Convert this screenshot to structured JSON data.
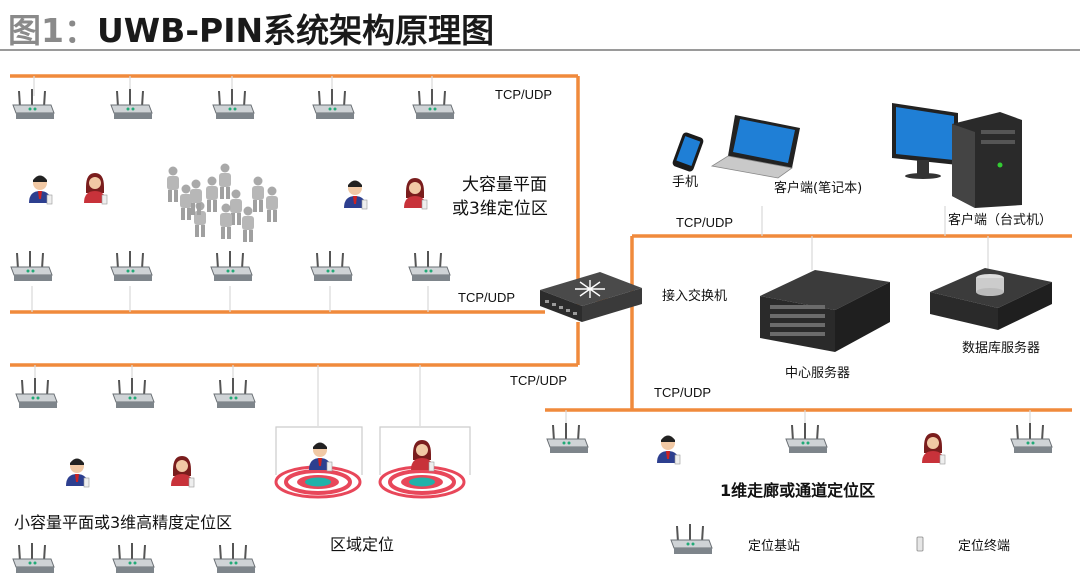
{
  "header": {
    "fig_prefix": "图1：",
    "title": "UWB-PIN系统架构原理图"
  },
  "colors": {
    "line": "#f08a3c",
    "thin": "#d8d8d8",
    "screen": "#1f7fd6",
    "target_red": "#e8475a",
    "target_teal": "#20b2aa"
  },
  "labels": {
    "tcp_top": "TCP/UDP",
    "tcp_mid": "TCP/UDP",
    "tcp_left_low": "TCP/UDP",
    "tcp_right": "TCP/UDP",
    "tcp_bottom": "TCP/UDP",
    "large_zone_1": "大容量平面",
    "large_zone_2": "或3维定位区",
    "small_zone": "小容量平面或3维高精度定位区",
    "area_zone": "区域定位",
    "corridor_zone": "1维走廊或通道定位区",
    "phone": "手机",
    "laptop": "客户端(笔记本)",
    "desktop": "客户端（台式机）",
    "switch": "接入交换机",
    "center_server": "中心服务器",
    "db_server": "数据库服务器",
    "legend_base": "定位基站",
    "legend_tag": "定位终端"
  },
  "icons": [
    "base-station-icon",
    "person-male-icon",
    "person-female-icon",
    "crowd-icon",
    "phone-icon",
    "laptop-icon",
    "desktop-icon",
    "switch-icon",
    "server-icon",
    "database-server-icon",
    "tag-icon",
    "target-icon"
  ]
}
